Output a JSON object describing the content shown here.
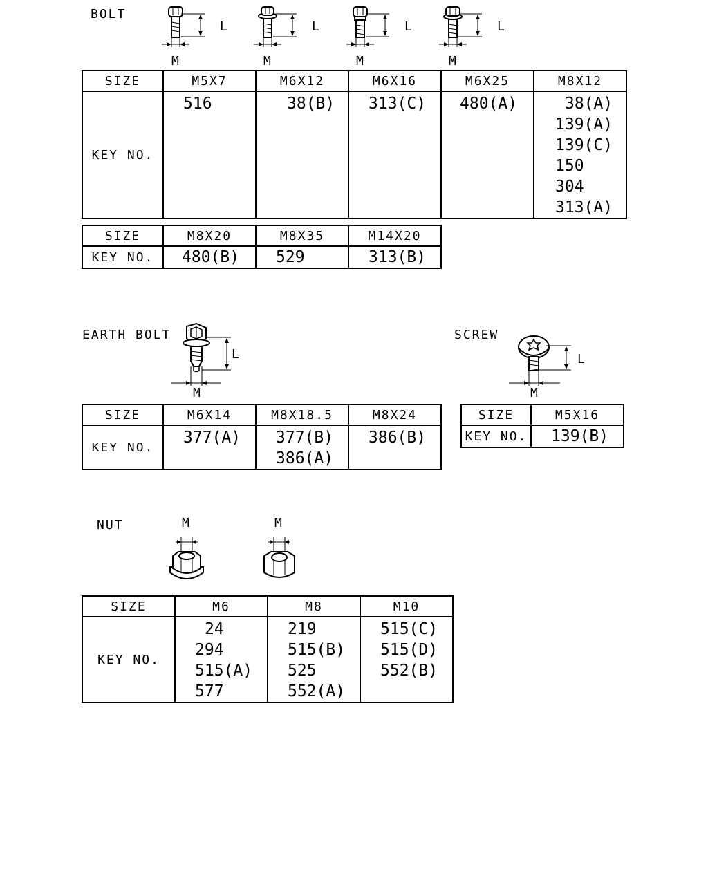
{
  "bolt": {
    "title": "BOLT",
    "dim_l": "L",
    "dim_m": "M",
    "table1": {
      "size_label": "SIZE",
      "key_label": "KEY NO.",
      "sizes": [
        "M5X7",
        "M6X12",
        "M6X16",
        "M6X25",
        "M8X12"
      ],
      "keys": [
        [
          "516"
        ],
        [
          "38(B)"
        ],
        [
          "313(C)"
        ],
        [
          "480(A)"
        ],
        [
          "38(A)",
          "139(A)",
          "139(C)",
          "150",
          "304",
          "313(A)"
        ]
      ]
    },
    "table2": {
      "size_label": "SIZE",
      "key_label": "KEY NO.",
      "sizes": [
        "M8X20",
        "M8X35",
        "M14X20"
      ],
      "keys": [
        [
          "480(B)"
        ],
        [
          "529"
        ],
        [
          "313(B)"
        ]
      ]
    }
  },
  "earth_bolt": {
    "title": "EARTH BOLT",
    "dim_l": "L",
    "dim_m": "M",
    "table": {
      "size_label": "SIZE",
      "key_label": "KEY NO.",
      "sizes": [
        "M6X14",
        "M8X18.5",
        "M8X24"
      ],
      "keys": [
        [
          "377(A)"
        ],
        [
          "377(B)",
          "386(A)"
        ],
        [
          "386(B)"
        ]
      ]
    }
  },
  "screw": {
    "title": "SCREW",
    "dim_l": "L",
    "dim_m": "M",
    "table": {
      "size_label": "SIZE",
      "key_label": "KEY NO.",
      "sizes": [
        "M5X16"
      ],
      "keys": [
        [
          "139(B)"
        ]
      ]
    }
  },
  "nut": {
    "title": "NUT",
    "dim_m": "M",
    "table": {
      "size_label": "SIZE",
      "key_label": "KEY NO.",
      "sizes": [
        "M6",
        "M8",
        "M10"
      ],
      "keys": [
        [
          "24",
          "294",
          "515(A)",
          "577"
        ],
        [
          "219",
          "515(B)",
          "525",
          "552(A)"
        ],
        [
          "515(C)",
          "515(D)",
          "552(B)"
        ]
      ]
    }
  }
}
